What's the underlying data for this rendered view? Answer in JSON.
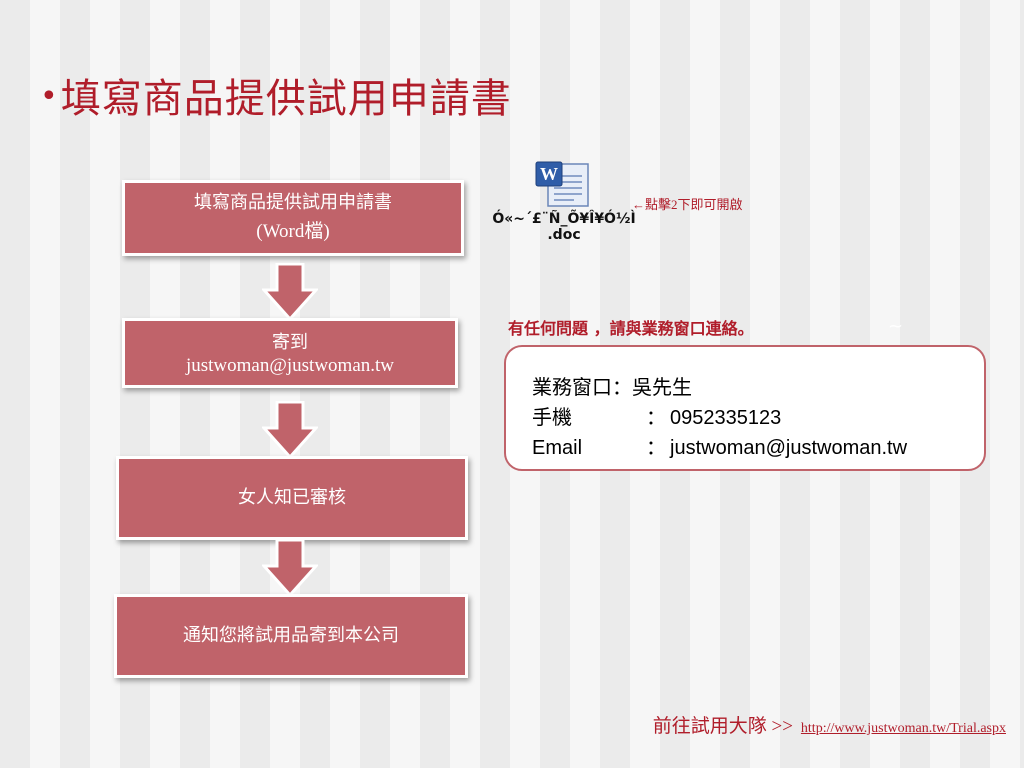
{
  "title": {
    "bullet": "•",
    "text": "填寫商品提供試用申請書"
  },
  "flow": {
    "steps": [
      {
        "line1": "填寫商品提供試用申請書",
        "line2": "(Word檔)"
      },
      {
        "line1": "寄到",
        "line2": "justwoman@justwoman.tw"
      },
      {
        "line1": "女人知已審核"
      },
      {
        "line1": "通知您將試用品寄到本公司"
      }
    ]
  },
  "attachment": {
    "icon": "word-document-icon",
    "filename_line1": "Ó«~´£¨Ñ_Õ¥Î¥Ó½Ì",
    "filename_line2": ".doc",
    "hint": "←點擊2下即可開啟"
  },
  "contact": {
    "note": "有任何問題 ，請與業務窗口連絡。",
    "rows": [
      {
        "label": "業務窗口：吳先生",
        "value": ""
      },
      {
        "label": "手機",
        "colon": "：",
        "value": "0952335123"
      },
      {
        "label": "Email",
        "colon": "：",
        "value": "justwoman@justwoman.tw"
      }
    ]
  },
  "footer": {
    "go_text": "前往試用大隊 >>",
    "link_text": "http://www.justwoman.tw/Trial.aspx"
  },
  "colors": {
    "accent": "#b01d2a",
    "box": "#c0636a",
    "arrow": "#c0636a"
  }
}
